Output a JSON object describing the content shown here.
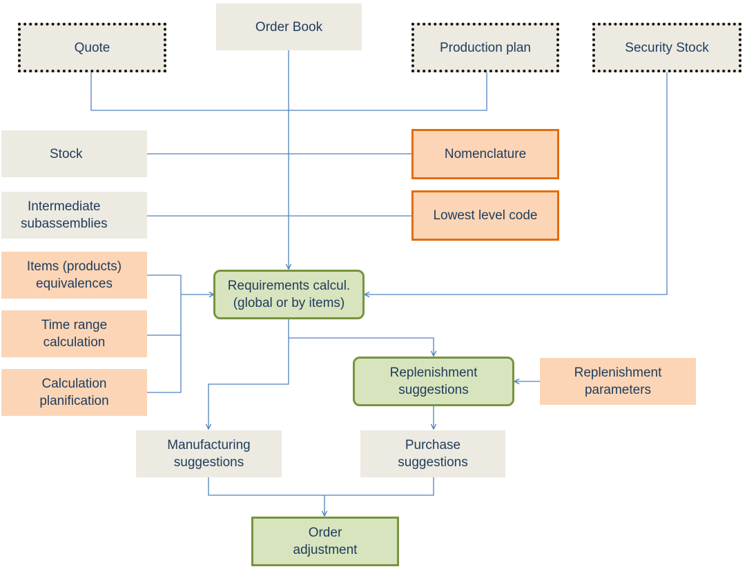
{
  "diagram": {
    "colors": {
      "connector": "#4f81bd",
      "text": "#1f3b5c",
      "neutral_fill": "#eceae1",
      "peach_fill": "#fbd5b5",
      "orange_border": "#e36c0a",
      "green_fill": "#d7e4bd",
      "green_border": "#77933c"
    },
    "nodes": {
      "quote": "Quote",
      "order_book": "Order Book",
      "production_plan": "Production plan",
      "security_stock": "Security Stock",
      "stock": "Stock",
      "nomenclature": "Nomenclature",
      "intermediate_subassemblies": "Intermediate\nsubassemblies",
      "lowest_level_code": "Lowest level code",
      "items_equivalences": "Items (products)\nequivalences",
      "requirements_calcul": "Requirements calcul.\n(global or by items)",
      "time_range_calculation": "Time range\ncalculation",
      "calculation_planification": "Calculation\nplanification",
      "replenishment_suggestions": "Replenishment\nsuggestions",
      "replenishment_parameters": "Replenishment\nparameters",
      "manufacturing_suggestions": "Manufacturing\nsuggestions",
      "purchase_suggestions": "Purchase\nsuggestions",
      "order_adjustment": "Order\nadjustment"
    }
  }
}
